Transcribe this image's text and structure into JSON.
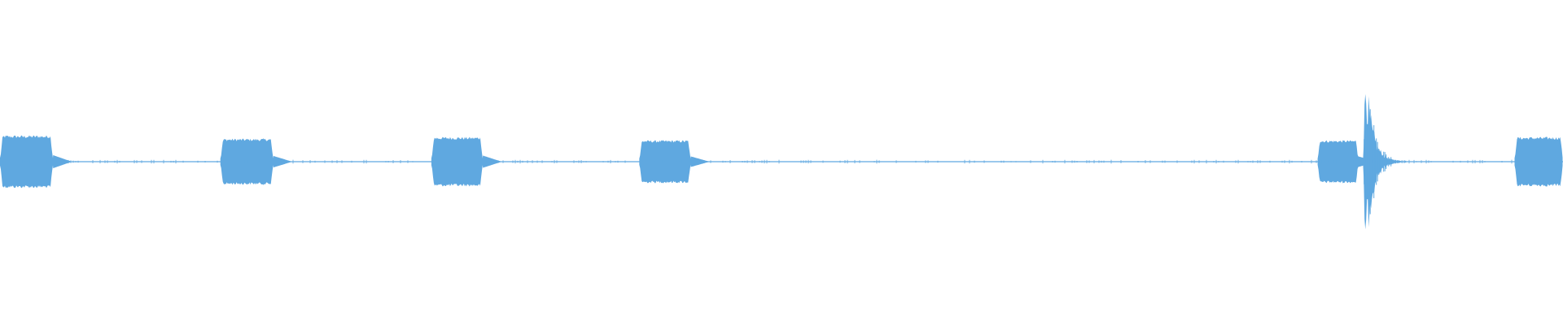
{
  "waveform": {
    "color": "#5FA8E0",
    "background": "#FFFFFF",
    "duration_fraction_bursts": [
      {
        "start": 0.0,
        "end": 0.034,
        "amplitude": 0.16,
        "kind": "tone"
      },
      {
        "start": 0.141,
        "end": 0.175,
        "amplitude": 0.14,
        "kind": "tone"
      },
      {
        "start": 0.276,
        "end": 0.309,
        "amplitude": 0.15,
        "kind": "tone"
      },
      {
        "start": 0.409,
        "end": 0.442,
        "amplitude": 0.13,
        "kind": "tone"
      },
      {
        "start": 0.843,
        "end": 0.869,
        "amplitude": 0.13,
        "kind": "tone"
      },
      {
        "start": 0.872,
        "end": 0.9,
        "amplitude": 0.62,
        "kind": "impulse"
      },
      {
        "start": 0.969,
        "end": 1.0,
        "amplitude": 0.15,
        "kind": "tone"
      }
    ],
    "baseline_noise": 0.004
  }
}
